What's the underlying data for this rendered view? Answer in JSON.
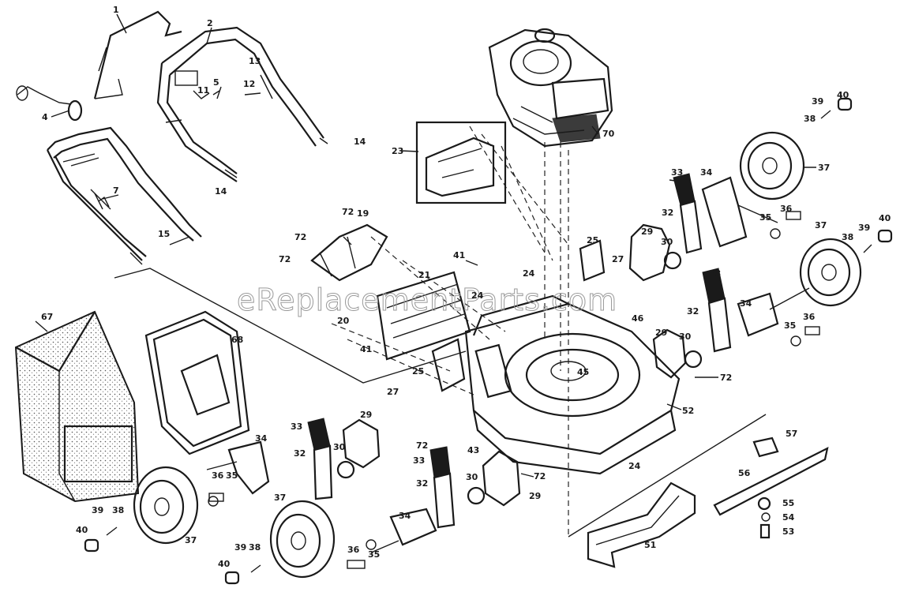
{
  "watermark": "eReplacementParts.com",
  "labels": [
    {
      "id": "p1",
      "text": "1"
    },
    {
      "id": "p2",
      "text": "2"
    },
    {
      "id": "p4",
      "text": "4"
    },
    {
      "id": "p5",
      "text": "5"
    },
    {
      "id": "p7",
      "text": "7"
    },
    {
      "id": "p11",
      "text": "11"
    },
    {
      "id": "p12",
      "text": "12"
    },
    {
      "id": "p13",
      "text": "13"
    },
    {
      "id": "p14a",
      "text": "14"
    },
    {
      "id": "p14b",
      "text": "14"
    },
    {
      "id": "p15",
      "text": "15"
    },
    {
      "id": "p19",
      "text": "19"
    },
    {
      "id": "p20",
      "text": "20"
    },
    {
      "id": "p21",
      "text": "21"
    },
    {
      "id": "p23",
      "text": "23"
    },
    {
      "id": "p24a",
      "text": "24"
    },
    {
      "id": "p24b",
      "text": "24"
    },
    {
      "id": "p24c",
      "text": "24"
    },
    {
      "id": "p25a",
      "text": "25"
    },
    {
      "id": "p25b",
      "text": "25"
    },
    {
      "id": "p27a",
      "text": "27"
    },
    {
      "id": "p27b",
      "text": "27"
    },
    {
      "id": "p29a",
      "text": "29"
    },
    {
      "id": "p29b",
      "text": "29"
    },
    {
      "id": "p29c",
      "text": "29"
    },
    {
      "id": "p29d",
      "text": "29"
    },
    {
      "id": "p30a",
      "text": "30"
    },
    {
      "id": "p30b",
      "text": "30"
    },
    {
      "id": "p30c",
      "text": "30"
    },
    {
      "id": "p30d",
      "text": "30"
    },
    {
      "id": "p32a",
      "text": "32"
    },
    {
      "id": "p32b",
      "text": "32"
    },
    {
      "id": "p32c",
      "text": "32"
    },
    {
      "id": "p32d",
      "text": "32"
    },
    {
      "id": "p33a",
      "text": "33"
    },
    {
      "id": "p33b",
      "text": "33"
    },
    {
      "id": "p33c",
      "text": "33"
    },
    {
      "id": "p33d",
      "text": "33"
    },
    {
      "id": "p34a",
      "text": "34"
    },
    {
      "id": "p34b",
      "text": "34"
    },
    {
      "id": "p34c",
      "text": "34"
    },
    {
      "id": "p34d",
      "text": "34"
    },
    {
      "id": "p35a",
      "text": "35"
    },
    {
      "id": "p35b",
      "text": "35"
    },
    {
      "id": "p35c",
      "text": "35"
    },
    {
      "id": "p35d",
      "text": "35"
    },
    {
      "id": "p36a",
      "text": "36"
    },
    {
      "id": "p36b",
      "text": "36"
    },
    {
      "id": "p36c",
      "text": "36"
    },
    {
      "id": "p36d",
      "text": "36"
    },
    {
      "id": "p37a",
      "text": "37"
    },
    {
      "id": "p37b",
      "text": "37"
    },
    {
      "id": "p37c",
      "text": "37"
    },
    {
      "id": "p37d",
      "text": "37"
    },
    {
      "id": "p38a",
      "text": "38"
    },
    {
      "id": "p38b",
      "text": "38"
    },
    {
      "id": "p38c",
      "text": "38"
    },
    {
      "id": "p38d",
      "text": "38"
    },
    {
      "id": "p39a",
      "text": "39"
    },
    {
      "id": "p39b",
      "text": "39"
    },
    {
      "id": "p39c",
      "text": "39"
    },
    {
      "id": "p39d",
      "text": "39"
    },
    {
      "id": "p40a",
      "text": "40"
    },
    {
      "id": "p40b",
      "text": "40"
    },
    {
      "id": "p40c",
      "text": "40"
    },
    {
      "id": "p40d",
      "text": "40"
    },
    {
      "id": "p41a",
      "text": "41"
    },
    {
      "id": "p41b",
      "text": "41"
    },
    {
      "id": "p43",
      "text": "43"
    },
    {
      "id": "p45",
      "text": "45"
    },
    {
      "id": "p46",
      "text": "46"
    },
    {
      "id": "p51",
      "text": "51"
    },
    {
      "id": "p52",
      "text": "52"
    },
    {
      "id": "p53",
      "text": "53"
    },
    {
      "id": "p54",
      "text": "54"
    },
    {
      "id": "p55",
      "text": "55"
    },
    {
      "id": "p56",
      "text": "56"
    },
    {
      "id": "p57",
      "text": "57"
    },
    {
      "id": "p67",
      "text": "67"
    },
    {
      "id": "p68",
      "text": "68"
    },
    {
      "id": "p70",
      "text": "70"
    },
    {
      "id": "p72a",
      "text": "72"
    },
    {
      "id": "p72b",
      "text": "72"
    },
    {
      "id": "p72c",
      "text": "72"
    },
    {
      "id": "p72d",
      "text": "72"
    },
    {
      "id": "p72e",
      "text": "72"
    },
    {
      "id": "p72f",
      "text": "72"
    }
  ]
}
